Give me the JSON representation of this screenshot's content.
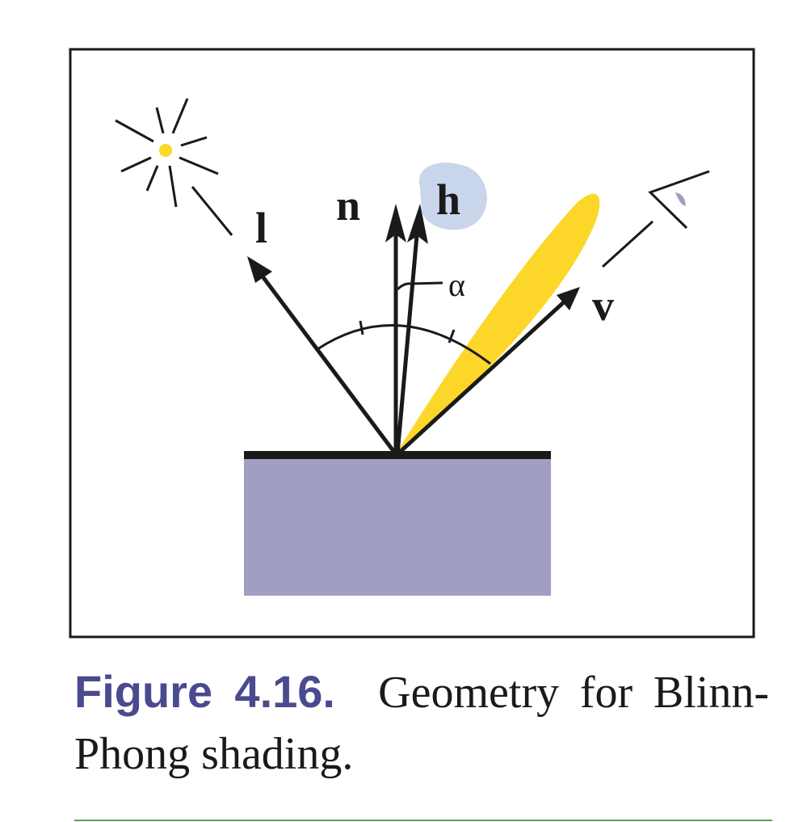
{
  "figure": {
    "labels": {
      "light_vector": "l",
      "normal_vector": "n",
      "half_vector": "h",
      "view_vector": "v",
      "angle": "α"
    }
  },
  "caption": {
    "number": "Figure 4.16.",
    "text": "Geometry for Blinn-Phong shading."
  },
  "colors": {
    "frame": "#1a1a1a",
    "surface_fill": "#a09fc3",
    "surface_edge": "#1a1a1a",
    "specular_lobe": "#fcd72a",
    "sun_core": "#fcd72a",
    "half_vector_highlight": "#c9d5ea",
    "eye_iris": "#a09fc3",
    "caption_number": "#4a4a8f",
    "rule": "#5e9a5e"
  },
  "icons": {
    "light_source": "sun-icon",
    "viewer": "eye-icon"
  }
}
